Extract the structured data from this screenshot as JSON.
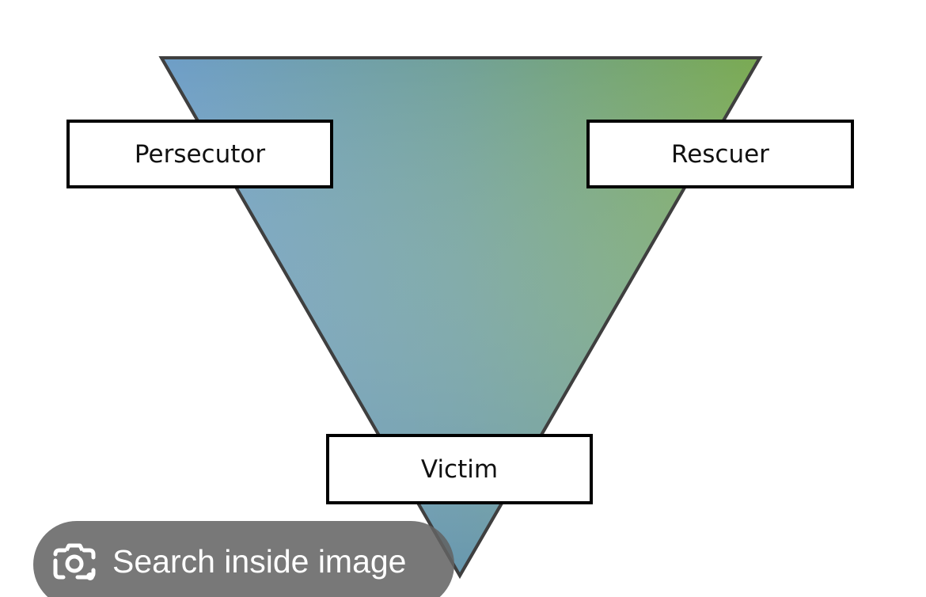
{
  "diagram": {
    "roles": {
      "persecutor": "Persecutor",
      "rescuer": "Rescuer",
      "victim": "Victim"
    },
    "colors": {
      "gradient_left": "#6e9ec8",
      "gradient_right": "#7aaa52",
      "outline": "#3f3f3f",
      "box_border": "#000000"
    }
  },
  "overlay": {
    "search_label": "Search inside image",
    "icon": "lens-camera-icon"
  }
}
